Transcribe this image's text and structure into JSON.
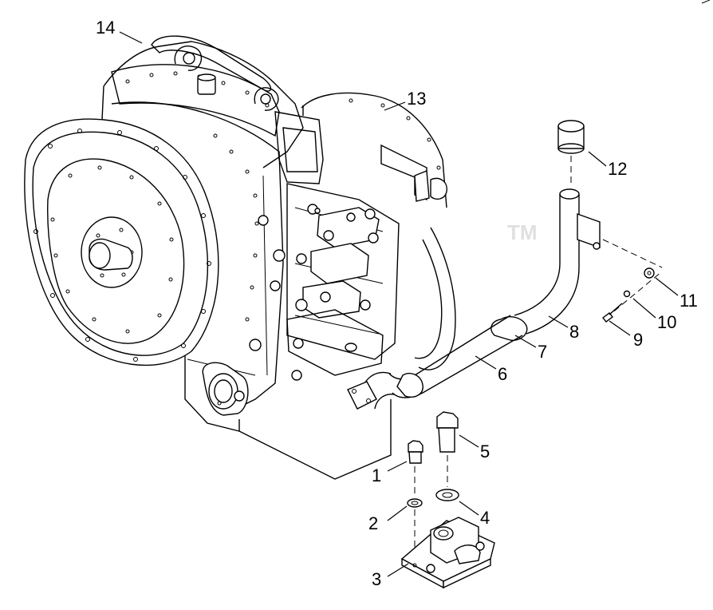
{
  "watermark": {
    "letters": "",
    "trademark": "TM"
  },
  "callouts": [
    {
      "id": "1",
      "label": "1"
    },
    {
      "id": "2",
      "label": "2"
    },
    {
      "id": "3",
      "label": "3"
    },
    {
      "id": "4",
      "label": "4"
    },
    {
      "id": "5",
      "label": "5"
    },
    {
      "id": "6",
      "label": "6"
    },
    {
      "id": "7",
      "label": "7"
    },
    {
      "id": "8",
      "label": "8"
    },
    {
      "id": "9",
      "label": "9"
    },
    {
      "id": "10",
      "label": "10"
    },
    {
      "id": "11",
      "label": "11"
    },
    {
      "id": "12",
      "label": "12"
    },
    {
      "id": "13",
      "label": "13"
    },
    {
      "id": "14",
      "label": "14"
    }
  ]
}
